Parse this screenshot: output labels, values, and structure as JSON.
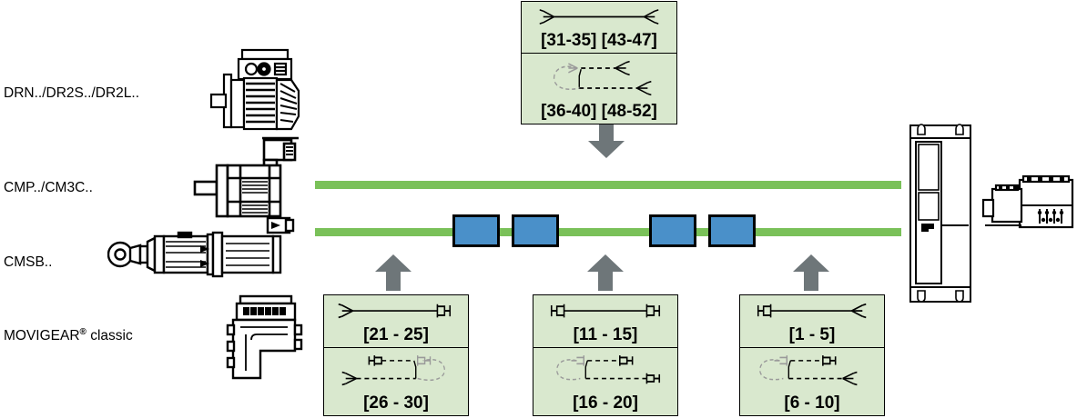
{
  "diagram": {
    "title": "SEW product connection overview",
    "colors": {
      "green_bus": "#7ac159",
      "blue_block": "#4a90c9",
      "box_fill": "#d9e8ce",
      "box_border": "#000000",
      "arrow_gray": "#6e7679",
      "line_art": "#000000",
      "dashed_gray": "#999999"
    }
  },
  "row_labels": [
    {
      "id": "drn",
      "text": "DRN../DR2S../DR2L.."
    },
    {
      "id": "cmp",
      "text": "CMP../CM3C.."
    },
    {
      "id": "cmsb",
      "text": "CMSB.."
    },
    {
      "id": "movigear",
      "text_main": "MOVIGEAR",
      "registered": "®",
      "text_suffix": " classic"
    }
  ],
  "top_box": {
    "id": "top-box",
    "cells": [
      {
        "id": "cell-31-35-43-47",
        "label": "[31-35] [43-47]",
        "icon": "cable-open-both-ends",
        "style": "solid"
      },
      {
        "id": "cell-36-40-48-52",
        "label": "[36-40] [48-52]",
        "icon": "cable-y-split-open-ends",
        "style": "dashed"
      }
    ]
  },
  "bottom_boxes": [
    {
      "id": "box-left",
      "cells": [
        {
          "id": "cell-21-25",
          "label": "[21 - 25]",
          "icon": "cable-open-end-to-plug",
          "style": "solid"
        },
        {
          "id": "cell-26-30",
          "label": "[26 - 30]",
          "icon": "cable-y-split-open-end-plugs",
          "style": "dashed"
        }
      ]
    },
    {
      "id": "box-middle",
      "cells": [
        {
          "id": "cell-11-15",
          "label": "[11 - 15]",
          "icon": "cable-plug-to-plug",
          "style": "solid"
        },
        {
          "id": "cell-16-20",
          "label": "[16 - 20]",
          "icon": "cable-y-split-plugs",
          "style": "dashed"
        }
      ]
    },
    {
      "id": "box-right",
      "cells": [
        {
          "id": "cell-1-5",
          "label": "[1 - 5]",
          "icon": "cable-plug-to-open-end",
          "style": "solid"
        },
        {
          "id": "cell-6-10",
          "label": "[6 - 10]",
          "icon": "cable-y-split-plug-open-end",
          "style": "dashed"
        }
      ]
    }
  ],
  "arrows": [
    {
      "id": "arrow-down-top",
      "direction": "down"
    },
    {
      "id": "arrow-up-left",
      "direction": "up"
    },
    {
      "id": "arrow-up-middle",
      "direction": "up"
    },
    {
      "id": "arrow-up-right",
      "direction": "up"
    }
  ],
  "bus_lines": [
    {
      "id": "bus-upper",
      "label": "upper-connection-bus"
    },
    {
      "id": "bus-lower",
      "label": "lower-connection-bus"
    }
  ],
  "blue_blocks": [
    {
      "id": "blue-block-1"
    },
    {
      "id": "blue-block-2"
    },
    {
      "id": "blue-block-3"
    },
    {
      "id": "blue-block-4"
    }
  ],
  "devices": [
    {
      "id": "motor-drn",
      "name": "gearmotor-drn-illustration"
    },
    {
      "id": "motor-cmp",
      "name": "servomotor-cmp-illustration"
    },
    {
      "id": "motor-cmsb",
      "name": "servomotor-cmsb-illustration"
    },
    {
      "id": "movigear-unit",
      "name": "movigear-classic-illustration"
    },
    {
      "id": "control-cabinet",
      "name": "control-cabinet-illustration"
    },
    {
      "id": "drive-inverter",
      "name": "drive-inverter-illustration"
    }
  ]
}
